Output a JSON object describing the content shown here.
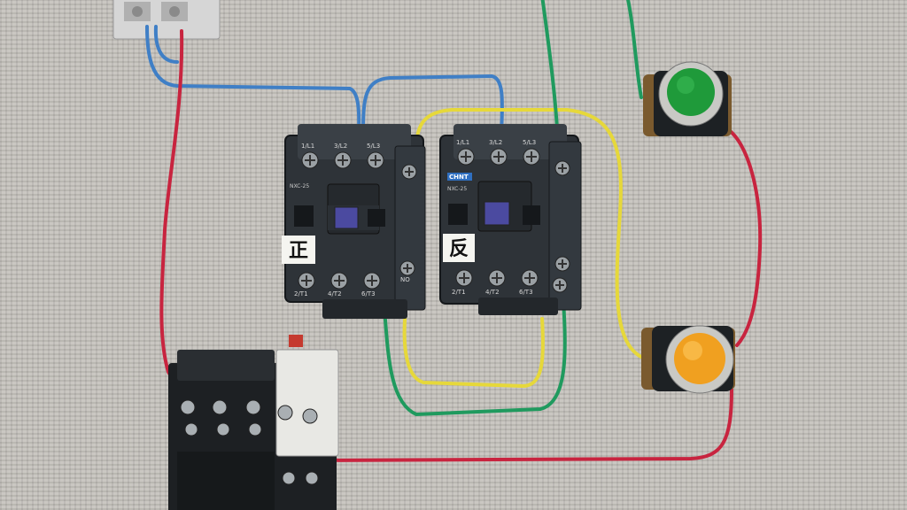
{
  "contactor_forward": {
    "top_terminals": [
      "1/L1",
      "3/L2",
      "5/L3"
    ],
    "bottom_terminals": [
      "2/T1",
      "4/T2",
      "6/T3"
    ],
    "model": "NXC-25",
    "tag": "正"
  },
  "contactor_reverse": {
    "top_terminals": [
      "1/L1",
      "3/L2",
      "5/L3"
    ],
    "bottom_terminals": [
      "2/T1",
      "4/T2",
      "6/T3"
    ],
    "brand": "CHNT",
    "model": "NXC-25",
    "tag": "反"
  },
  "aux_contact_label": "NO",
  "colors": {
    "wire_red": "#c8243f",
    "wire_blue": "#3f7fc6",
    "wire_yellow": "#e6d83a",
    "wire_green": "#1f9a5e",
    "button_start": "#1f9a3a",
    "button_stop": "#f0a020",
    "contactor_body": "#2e3338"
  },
  "icons": [
    "green-push-button",
    "yellow-push-button",
    "thermal-overload-relay",
    "circuit-breaker"
  ]
}
